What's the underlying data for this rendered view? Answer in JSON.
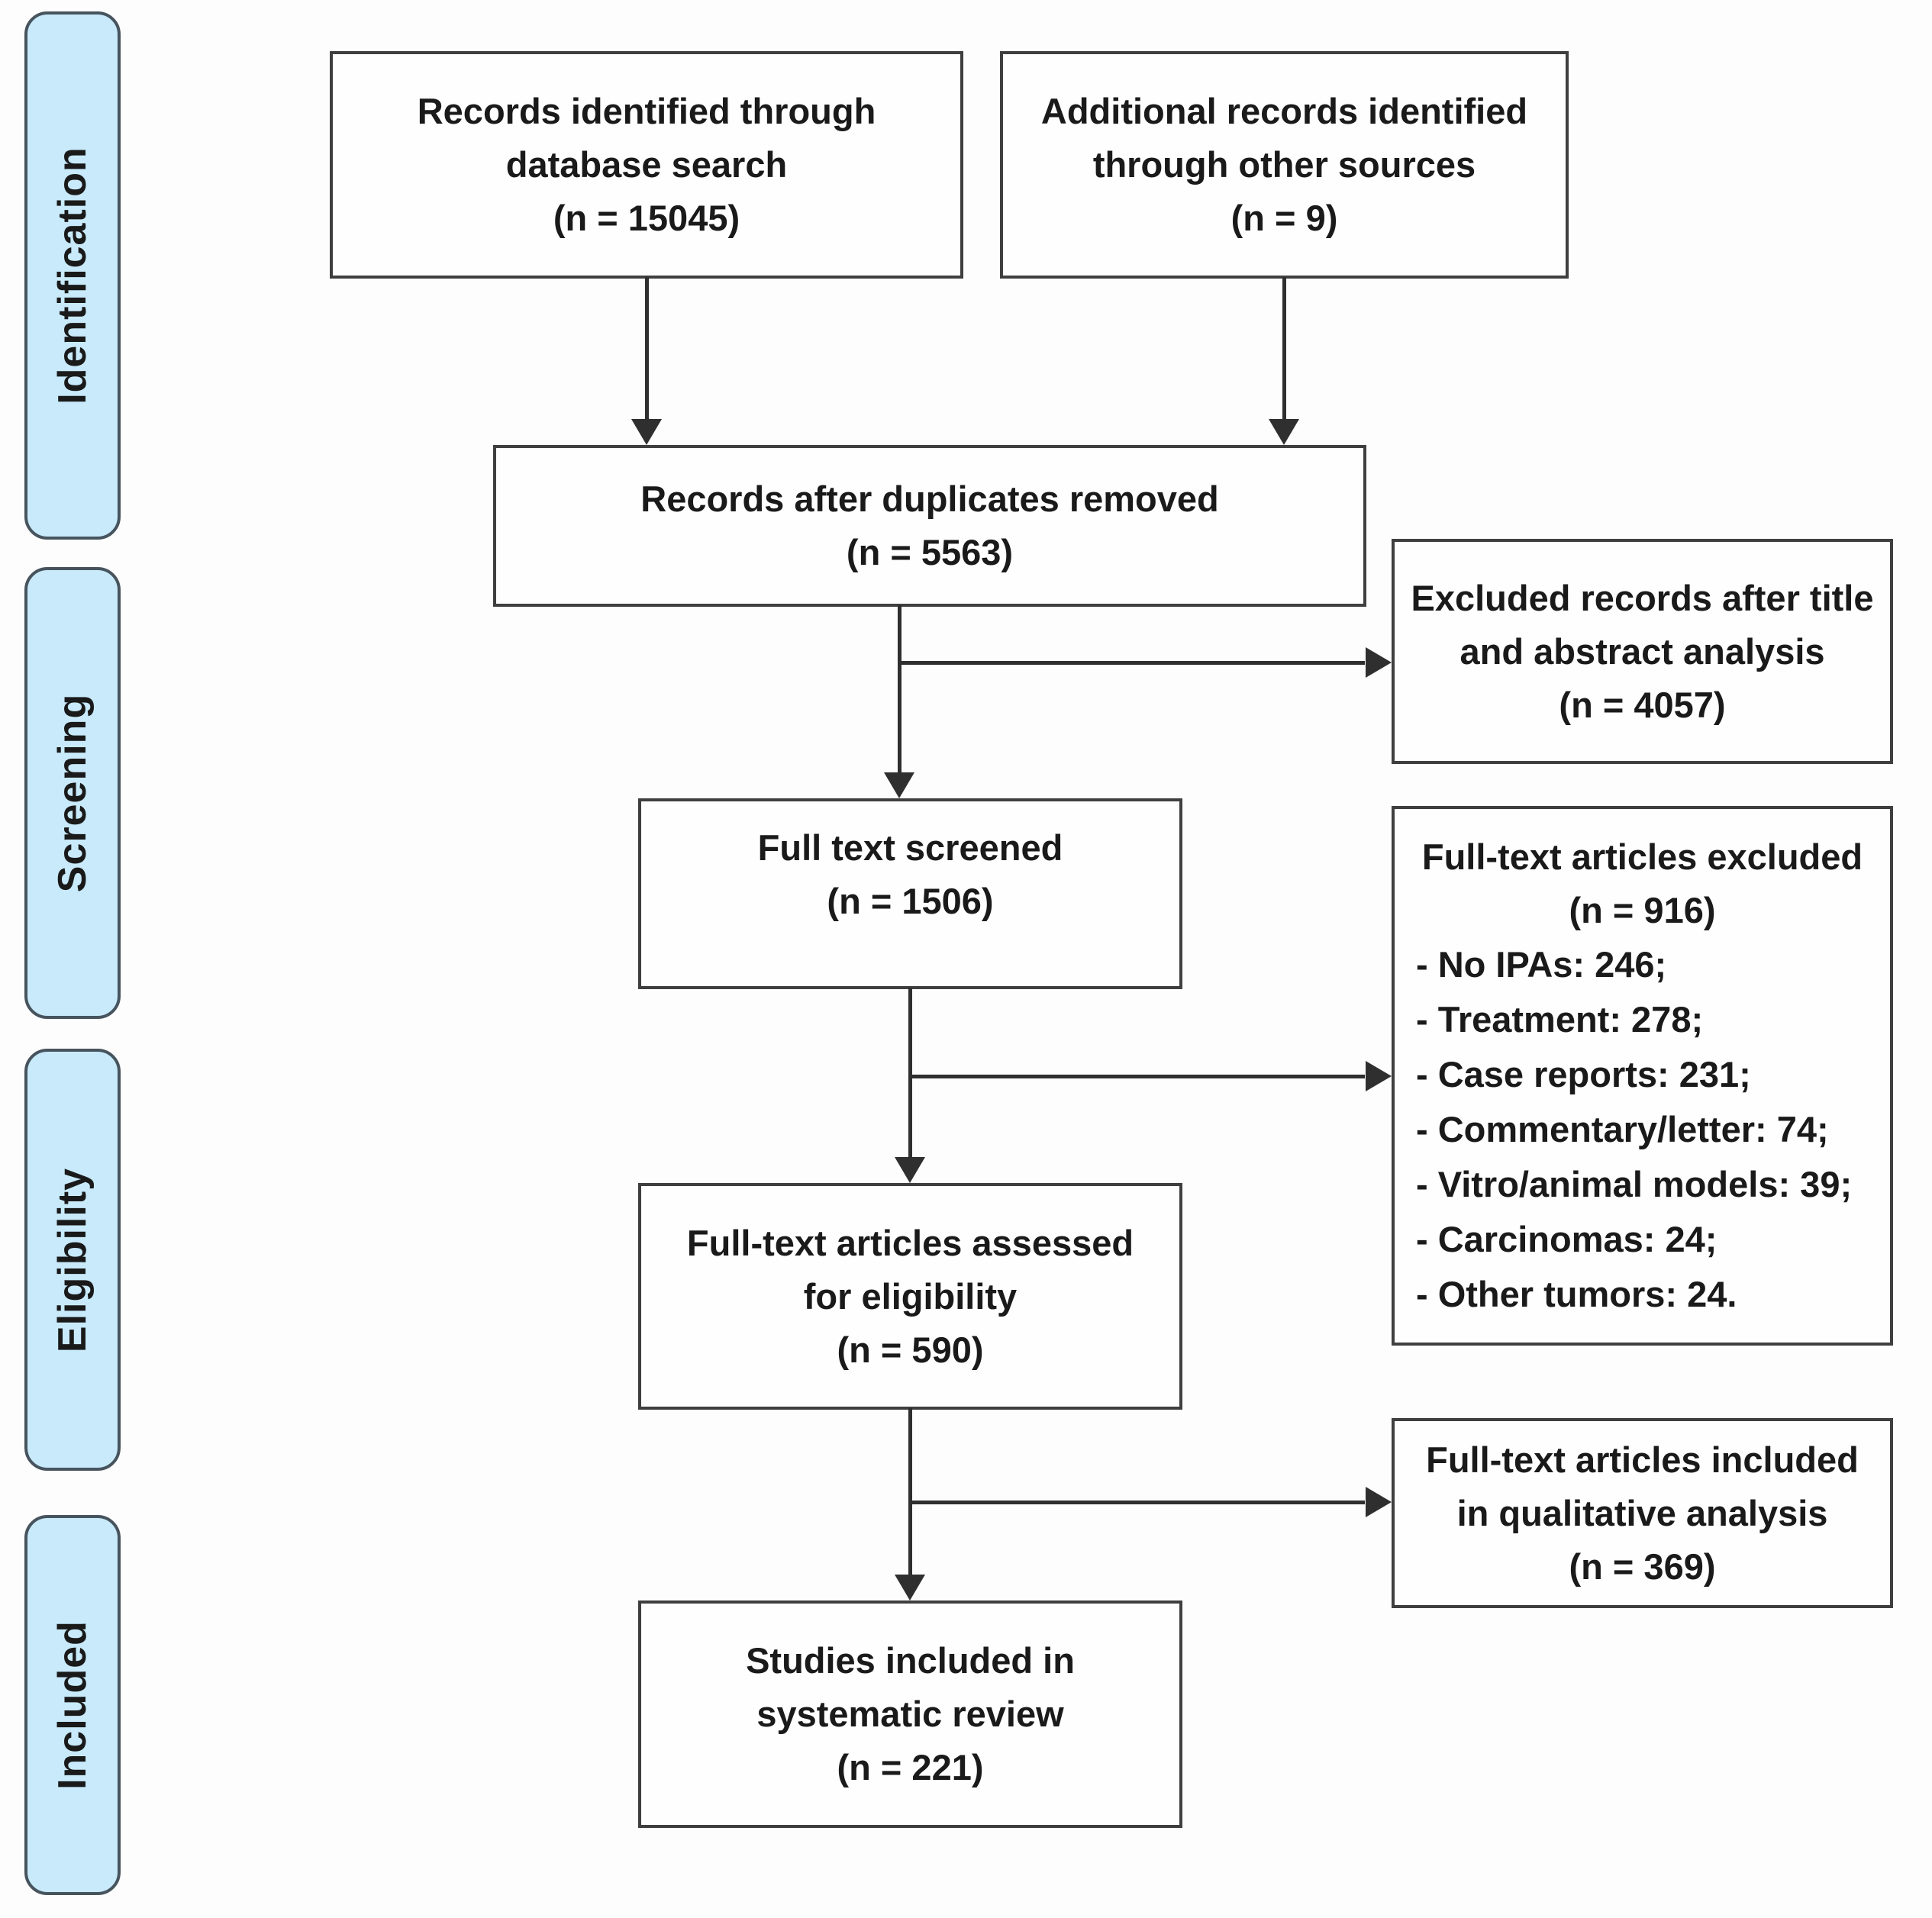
{
  "colors": {
    "stage_fill": "#c8eafb",
    "stage_border": "#47545e",
    "box_border": "#3f3f3f",
    "arrow": "#2f2f2f",
    "text": "#1a1a1a",
    "background": "#fdfdfd"
  },
  "sidebar": {
    "stages": [
      {
        "label": "Identification"
      },
      {
        "label": "Screening"
      },
      {
        "label": "Eligibility"
      },
      {
        "label": "Included"
      }
    ]
  },
  "boxes": {
    "identified": {
      "lines": [
        "Records identified through",
        "database search",
        "(n = 15045)"
      ]
    },
    "additional": {
      "lines": [
        "Additional records identified",
        "through other sources",
        "(n = 9)"
      ]
    },
    "deduplicated": {
      "lines": [
        "Records after duplicates removed",
        "(n = 5563)"
      ]
    },
    "excluded_title_abstract": {
      "lines": [
        "Excluded records after title",
        "and abstract analysis",
        "(n = 4057)"
      ]
    },
    "screened": {
      "lines": [
        "Full text screened",
        "(n = 1506)"
      ]
    },
    "excluded_fulltext": {
      "title_lines": [
        "Full-text articles excluded",
        "(n = 916)"
      ],
      "items": [
        "- No IPAs: 246;",
        "- Treatment: 278;",
        "- Case reports: 231;",
        "- Commentary/letter: 74;",
        "- Vitro/animal models: 39;",
        "- Carcinomas: 24;",
        "- Other tumors: 24."
      ]
    },
    "assessed": {
      "lines": [
        "Full-text articles assessed",
        "for eligibility",
        "(n = 590)"
      ]
    },
    "qualitative": {
      "lines": [
        "Full-text articles included",
        "in qualitative analysis",
        "(n = 369)"
      ]
    },
    "included_review": {
      "lines": [
        "Studies included in",
        "systematic review",
        "(n = 221)"
      ]
    }
  }
}
